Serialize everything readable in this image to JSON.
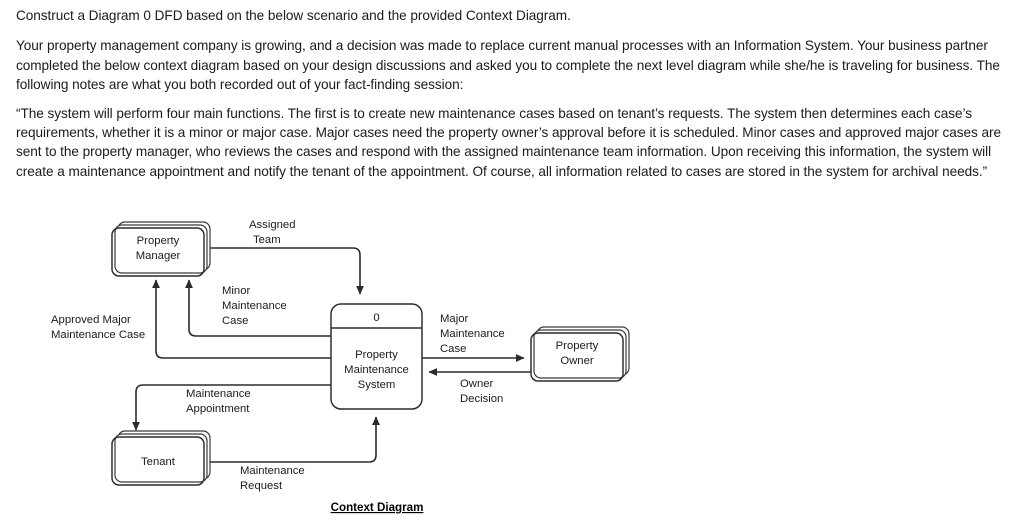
{
  "prose": {
    "instruction": "Construct a Diagram 0 DFD based on the below scenario and the provided Context Diagram.",
    "scenario": "Your property management company is growing, and a decision was made to replace current manual processes with an Information System. Your business partner completed the below context diagram based on your design discussions and asked you to complete the next level diagram while she/he is traveling for business. The following notes are what you both recorded out of your fact-finding session:",
    "notes": "“The system will perform four main functions. The first is to create new maintenance cases based on tenant’s requests. The system then determines each case’s requirements, whether it is a minor or major case. Major cases need the property owner’s approval before it is scheduled. Minor cases and approved major cases are sent to the property manager, who reviews the cases and respond with the assigned maintenance team information. Upon receiving this information, the system will create a maintenance appointment and notify the tenant of the appointment. Of course, all information related to cases are stored in the system for archival needs.”"
  },
  "diagram": {
    "caption": "Context Diagram",
    "process": {
      "number": "0",
      "name_line1": "Property",
      "name_line2": "Maintenance",
      "name_line3": "System"
    },
    "entities": [
      {
        "id": "property-manager",
        "line1": "Property",
        "line2": "Manager"
      },
      {
        "id": "property-owner",
        "line1": "Property",
        "line2": "Owner"
      },
      {
        "id": "tenant",
        "line1": "Tenant",
        "line2": ""
      }
    ],
    "flows": [
      {
        "id": "assigned-team",
        "line1": "Assigned",
        "line2": "Team",
        "line3": "",
        "from": "property-manager",
        "to": "process"
      },
      {
        "id": "minor-maintenance-case",
        "line1": "Minor",
        "line2": "Maintenance",
        "line3": "Case",
        "from": "process",
        "to": "property-manager"
      },
      {
        "id": "approved-major-maintenance-case",
        "line1": "Approved Major",
        "line2": "Maintenance Case",
        "line3": "",
        "from": "process",
        "to": "property-manager"
      },
      {
        "id": "major-maintenance-case",
        "line1": "Major",
        "line2": "Maintenance",
        "line3": "Case",
        "from": "process",
        "to": "property-owner"
      },
      {
        "id": "owner-decision",
        "line1": "Owner",
        "line2": "Decision",
        "line3": "",
        "from": "property-owner",
        "to": "process"
      },
      {
        "id": "maintenance-appointment",
        "line1": "Maintenance",
        "line2": "Appointment",
        "line3": "",
        "from": "process",
        "to": "tenant"
      },
      {
        "id": "maintenance-request",
        "line1": "Maintenance",
        "line2": "Request",
        "line3": "",
        "from": "tenant",
        "to": "process"
      }
    ]
  },
  "colors": {
    "stroke": "#2b2b2b",
    "text": "#1b1b1b",
    "background": "#ffffff"
  }
}
